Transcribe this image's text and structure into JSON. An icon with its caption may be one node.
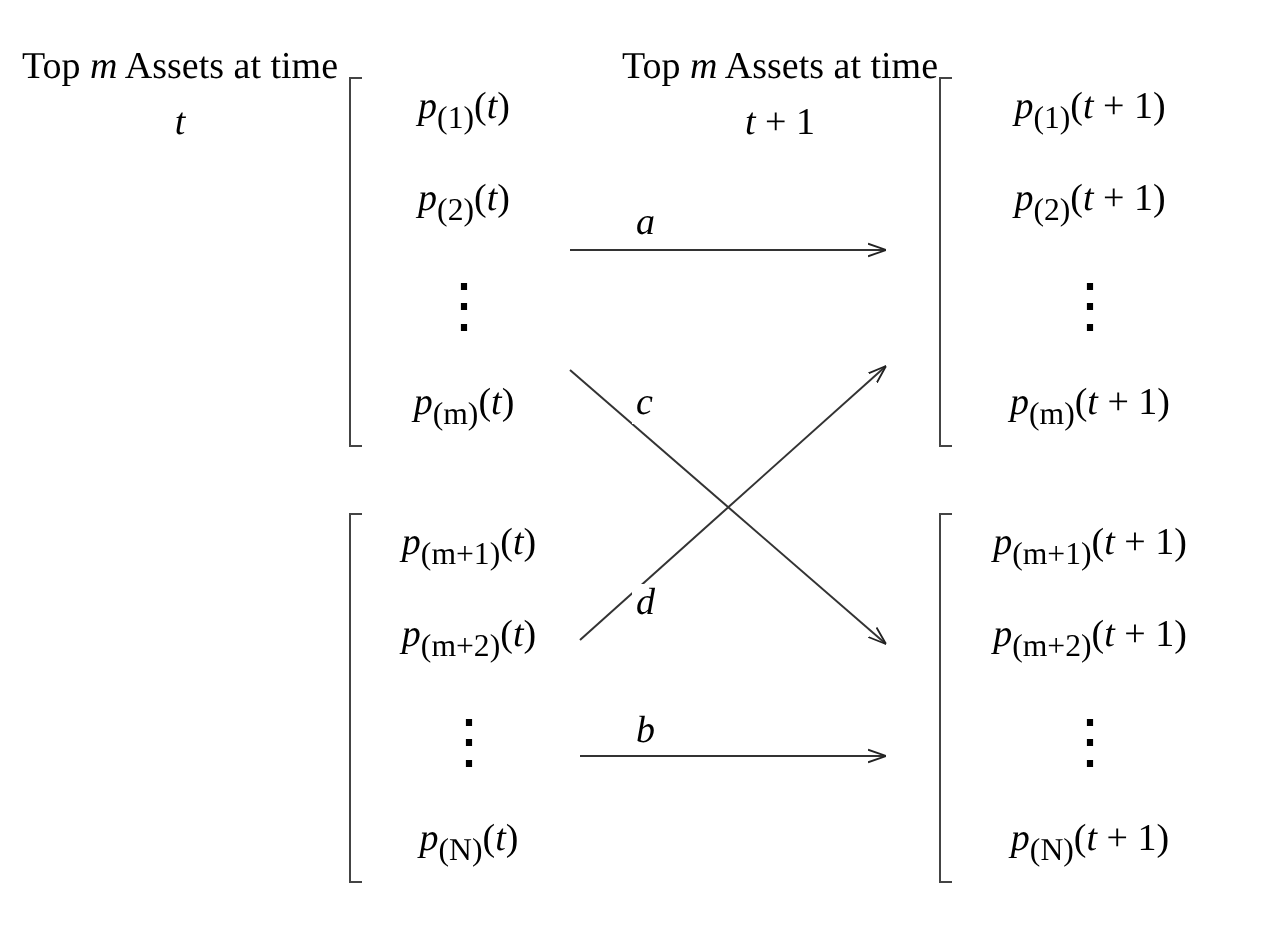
{
  "diagram": {
    "nodes": [
      {
        "text": [
          "*p*$_{(1)}$(*t*)",
          "*p*$_{(2)}$(*t*)",
          "⋮",
          "*p*$_{(m)}$(*t*)"
        ],
        "beside": [
          "Top *m* Assets at time *t*"
        ]
      },
      {
        "text": [
          "*p*$_{(1)}$(*t* + 1)",
          "*p*$_{(2)}$(*t* + 1)",
          "⋮",
          "*p*$_{(m)}$(*t* + 1)"
        ],
        "beside": [
          "Top *m* Assets at time *t* + 1"
        ]
      },
      {
        "text": [
          "*p*$_{(m+1)}$(*t*)",
          "*p*$_{(m+2)}$(*t*)",
          "⋮",
          "*p*$_{(N)}$(*t*)"
        ]
      },
      {
        "text": [
          "*p*$_{(m+1)}$(*t* + 1)",
          "*p*$_{(m+2)}$(*t* + 1)",
          "⋮",
          "*p*$_{(N)}$(*t* + 1)"
        ]
      }
    ],
    "edges": [
      {
        "from": 0,
        "to": 1,
        "arrow": "to",
        "label": "*a*"
      },
      {
        "from": 0,
        "to": 3,
        "arrow": "to",
        "label": "*c*"
      },
      {
        "from": 2,
        "to": 1,
        "arrow": "to",
        "label": "*d*"
      },
      {
        "from": 2,
        "to": 3,
        "arrow": "to",
        "label": "*b*"
      }
    ]
  }
}
